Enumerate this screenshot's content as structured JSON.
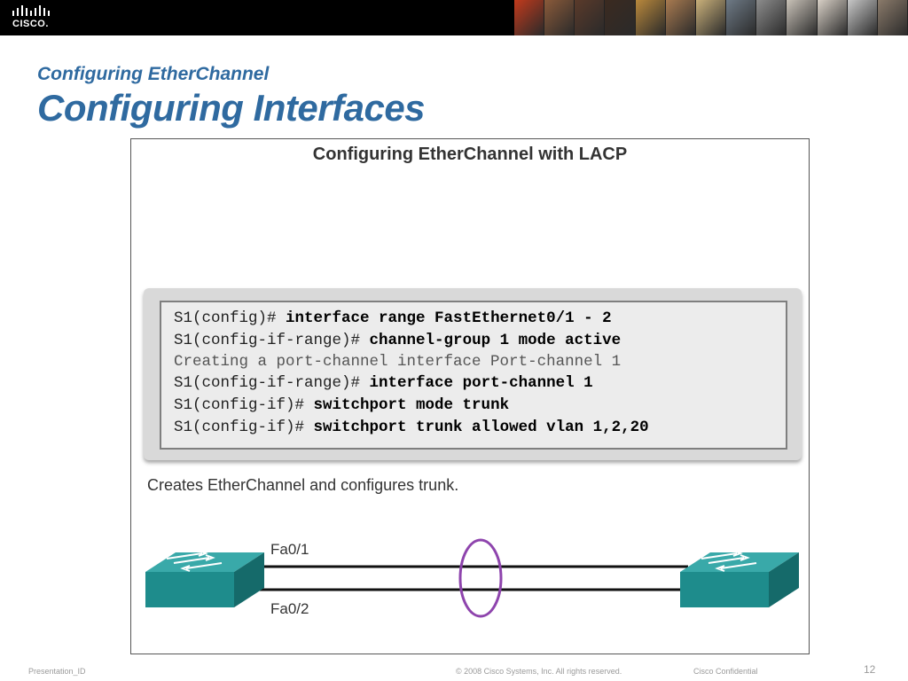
{
  "header": {
    "logo_text": "CISCO.",
    "photo_colors": [
      "#c23a1c",
      "#8a5a3a",
      "#5a3a2a",
      "#3b2a20",
      "#b9883c",
      "#a87a50",
      "#c9b07a",
      "#6e7a86",
      "#8c8c8c",
      "#c9c2b8",
      "#d8d0c6",
      "#c7c7c7",
      "#8a7a6a"
    ]
  },
  "slide": {
    "subtitle": "Configuring EtherChannel",
    "title": "Configuring Interfaces"
  },
  "figure": {
    "title": "Configuring EtherChannel with LACP",
    "cli": [
      {
        "prompt": "S1(config)# ",
        "command": "interface range FastEthernet0/1 - 2"
      },
      {
        "prompt": "S1(config-if-range)# ",
        "command": "channel-group 1 mode active"
      },
      {
        "prompt": "Creating a port-channel interface Port-channel 1",
        "command": ""
      },
      {
        "prompt": "S1(config-if-range)# ",
        "command": "interface port-channel 1"
      },
      {
        "prompt": "S1(config-if)# ",
        "command": "switchport mode trunk"
      },
      {
        "prompt": "S1(config-if)# ",
        "command": "switchport trunk allowed vlan 1,2,20"
      }
    ],
    "caption": "Creates EtherChannel and configures trunk.",
    "link_top_label": "Fa0/1",
    "link_bottom_label": "Fa0/2",
    "switch_color": "#1e8c8c",
    "bundle_color": "#8e44ad"
  },
  "footer": {
    "presentation_id": "Presentation_ID",
    "copyright": "© 2008 Cisco Systems, Inc. All rights reserved.",
    "confidential": "Cisco Confidential",
    "page_number": "12"
  }
}
